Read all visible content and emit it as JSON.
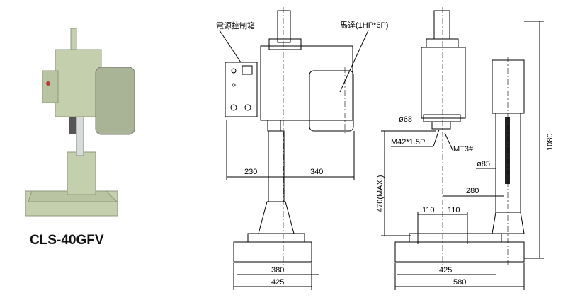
{
  "model_name": "CLS-40GFV",
  "labels": {
    "control_box": "電源控制箱",
    "motor": "馬達(1HP*6P)",
    "spindle_dia": "ø68",
    "thread": "M42*1.5P",
    "taper": "MT3#",
    "column_dia": "ø85"
  },
  "dimensions": {
    "front_left": "230",
    "front_right": "340",
    "front_base_inner": "380",
    "front_base_outer": "425",
    "side_stroke": "470(MAX.)",
    "side_height": "1080",
    "side_throat": "280",
    "slot_left": "110",
    "slot_right": "110",
    "side_base_inner": "425",
    "side_base_outer": "580"
  },
  "colors": {
    "machine_green": "#c4cfae",
    "machine_dark": "#8d9a7a"
  }
}
